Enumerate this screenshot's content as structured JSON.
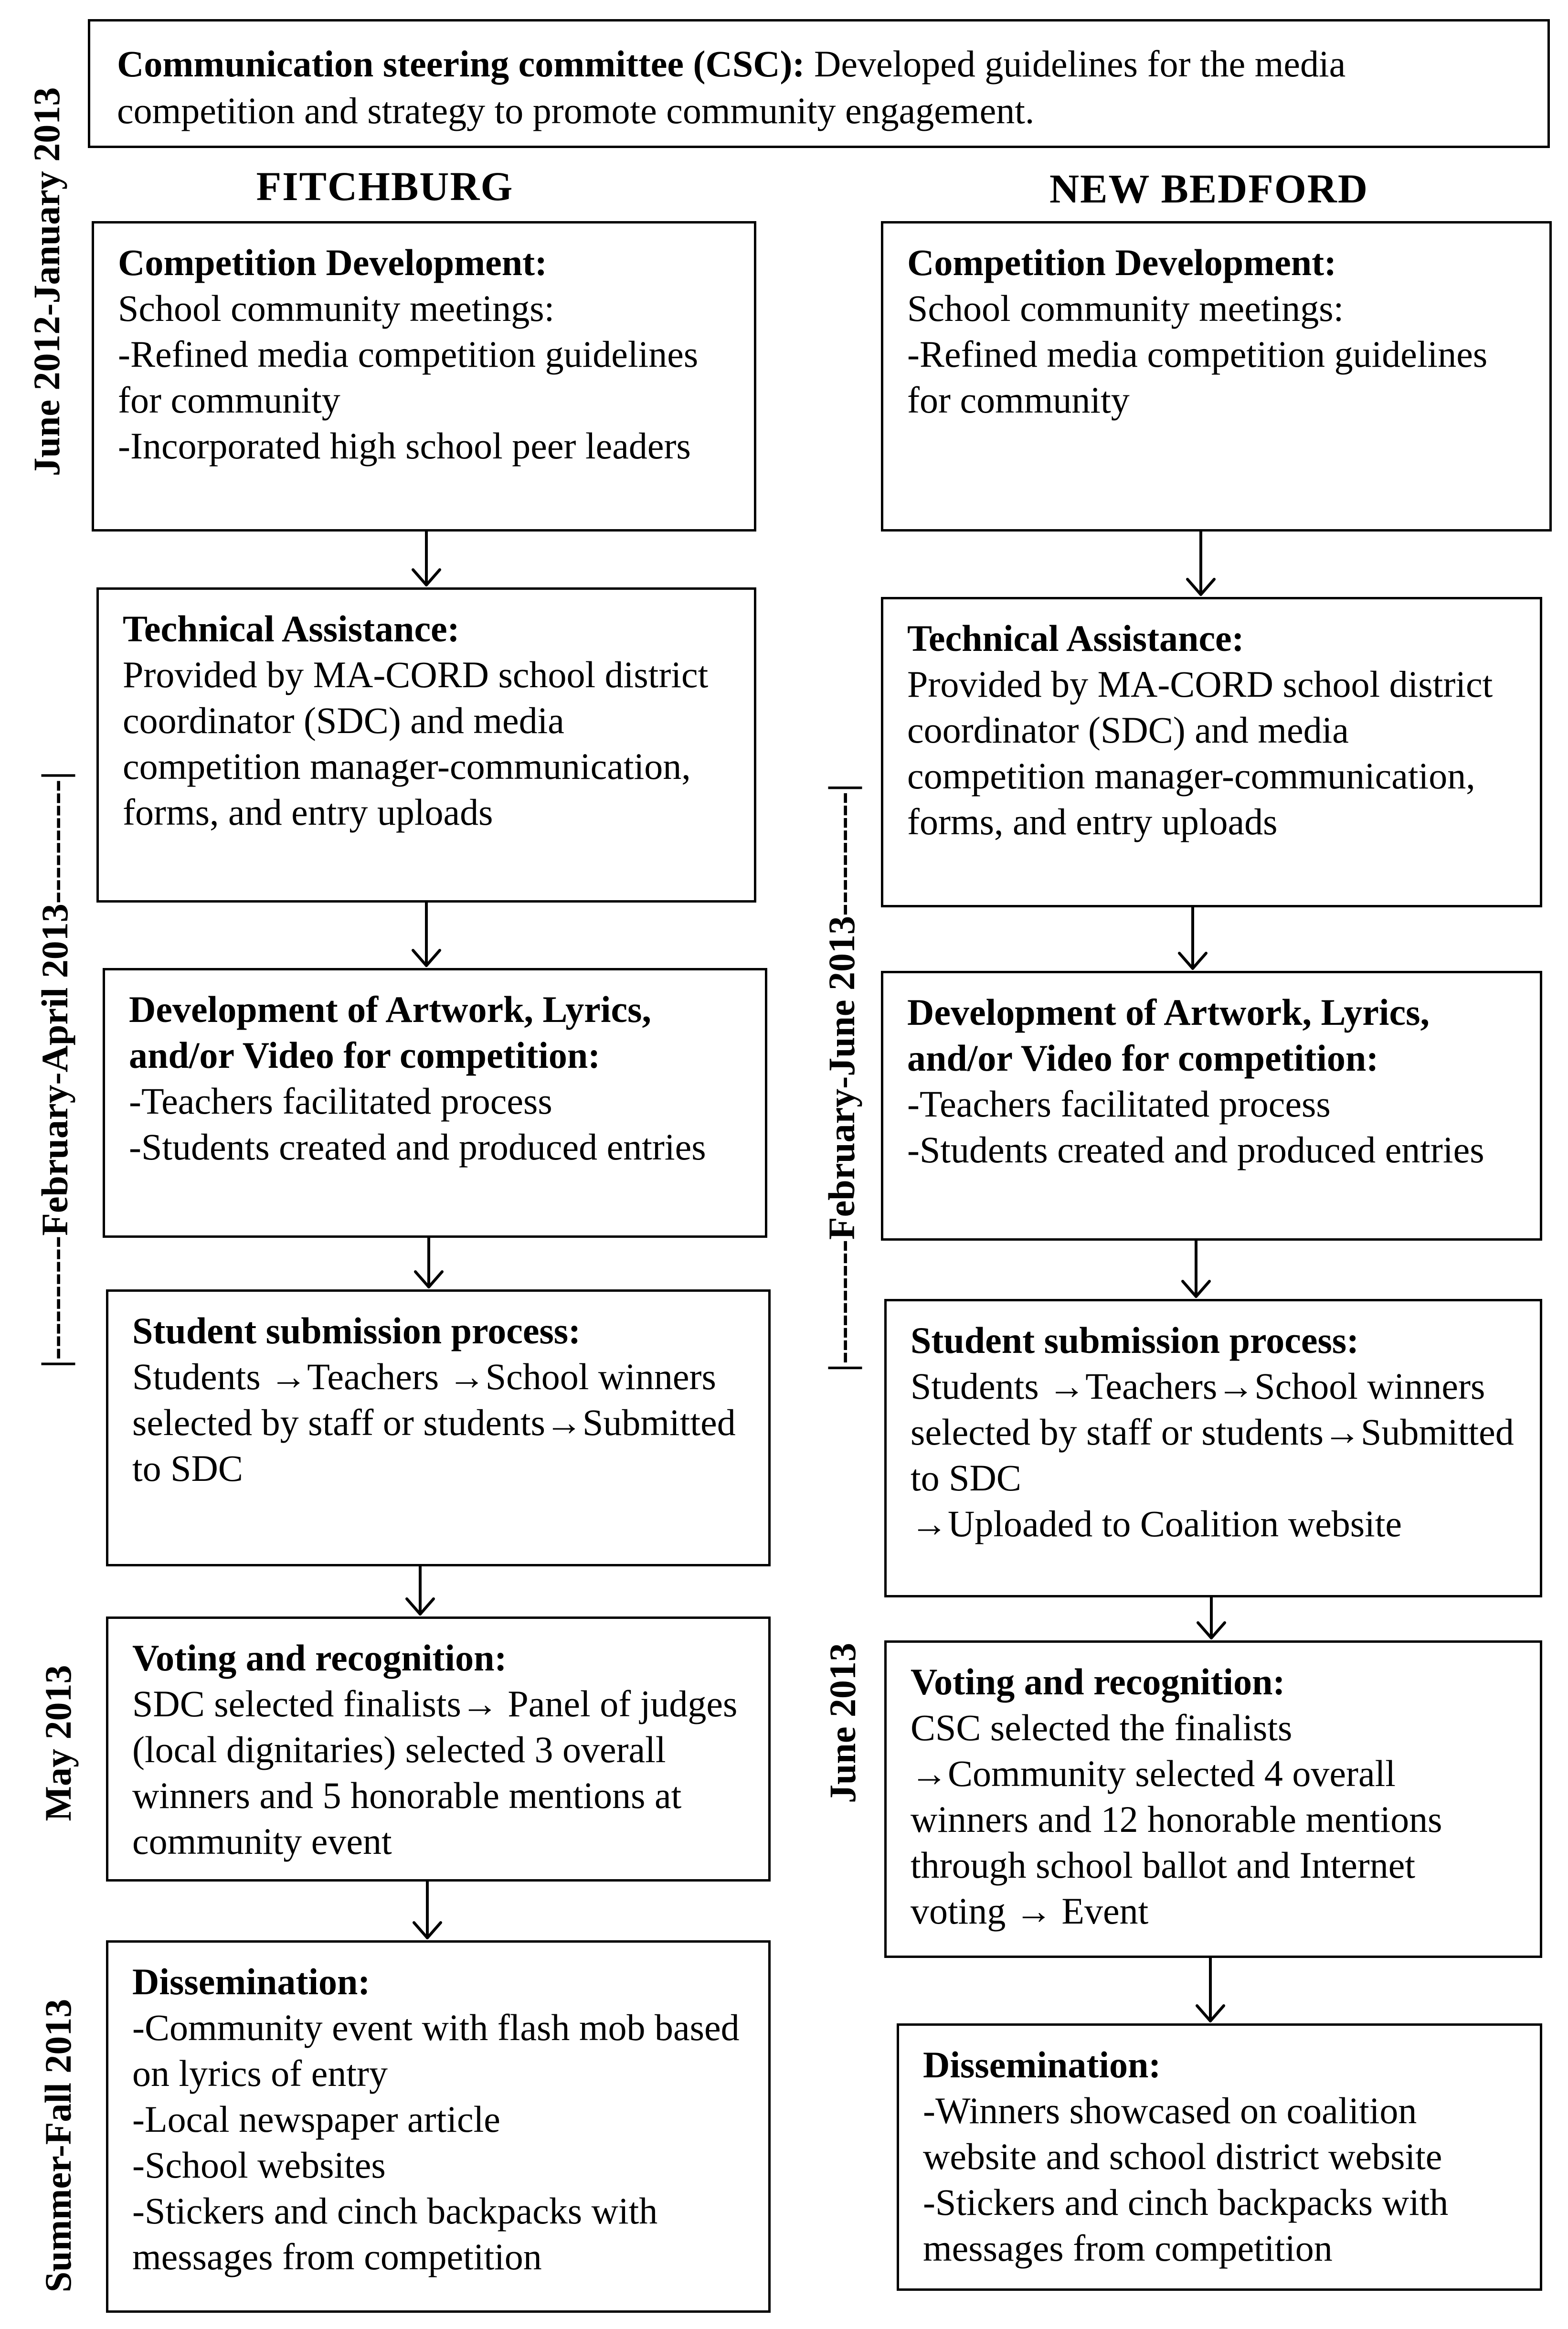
{
  "header": {
    "title": "Communication steering committee (CSC):",
    "text": " Developed guidelines for the media competition and strategy to promote community engagement."
  },
  "timeline": {
    "phase1": "June 2012-January 2013",
    "fitchburg_phase2": "February-April 2013",
    "fitchburg_phase3": "May 2013",
    "fitchburg_phase4": "Summer-Fall 2013",
    "newbedford_phase2": "February-June 2013",
    "newbedford_phase3": "June 2013"
  },
  "fitchburg": {
    "heading": "FITCHBURG",
    "boxes": [
      {
        "title": "Competition Development:",
        "lines": [
          "School community meetings:",
          "-Refined media competition guidelines for community",
          "-Incorporated high school peer leaders"
        ]
      },
      {
        "title": "Technical Assistance:",
        "lines": [
          "Provided by MA-CORD school district coordinator (SDC) and media competition manager-communication, forms, and entry uploads"
        ]
      },
      {
        "title": "Development of Artwork, Lyrics, and/or Video for competition:",
        "lines": [
          "-Teachers facilitated process",
          "-Students created and produced entries"
        ]
      },
      {
        "title": "Student submission process:",
        "lines": [
          "Students →Teachers →School winners selected by staff or students→Submitted to SDC"
        ]
      },
      {
        "title": "Voting and recognition:",
        "lines": [
          "SDC selected finalists→ Panel of judges (local dignitaries) selected 3 overall winners and 5 honorable mentions at community event"
        ]
      },
      {
        "title": "Dissemination:",
        "lines": [
          "-Community event with flash mob based on lyrics of entry",
          "-Local newspaper article",
          "-School websites",
          "-Stickers and cinch backpacks with messages from competition"
        ]
      }
    ]
  },
  "newbedford": {
    "heading": "NEW BEDFORD",
    "boxes": [
      {
        "title": "Competition Development:",
        "lines": [
          "School community meetings:",
          "-Refined media competition guidelines for community"
        ]
      },
      {
        "title": "Technical Assistance:",
        "lines": [
          "Provided by MA-CORD school district coordinator (SDC) and media competition manager-communication, forms, and entry uploads"
        ]
      },
      {
        "title": "Development of Artwork, Lyrics, and/or Video for competition:",
        "lines": [
          "-Teachers facilitated process",
          "-Students created and produced entries"
        ]
      },
      {
        "title": "Student submission process:",
        "lines": [
          "Students →Teachers→School winners selected by staff or students→Submitted to SDC",
          "→Uploaded to Coalition website"
        ]
      },
      {
        "title": "Voting and recognition:",
        "lines": [
          "CSC selected the finalists",
          "→Community selected 4 overall winners and 12 honorable mentions through school ballot and Internet voting → Event"
        ]
      },
      {
        "title": "Dissemination:",
        "lines": [
          "-Winners showcased on coalition website and school district website",
          "-Stickers and cinch backpacks with messages from competition"
        ]
      }
    ]
  }
}
